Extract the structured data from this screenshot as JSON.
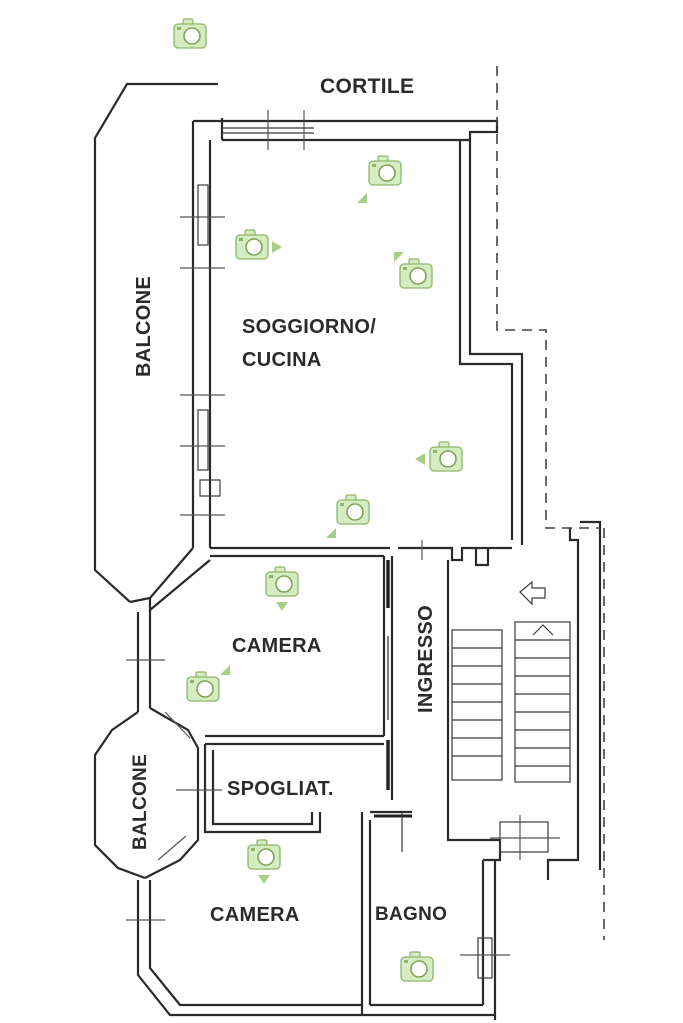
{
  "rooms": {
    "cortile": "CORTILE",
    "balcone_top": "BALCONE",
    "soggiorno_line1": "SOGGIORNO/",
    "soggiorno_line2": "CUCINA",
    "camera_1": "CAMERA",
    "ingresso": "INGRESSO",
    "spogliatoio": "SPOGLIAT.",
    "balcone_bottom": "BALCONE",
    "camera_2": "CAMERA",
    "bagno": "BAGNO"
  },
  "photo_markers": [
    {
      "id": "photo-marker-1",
      "icon": "camera-icon",
      "direction": "none"
    },
    {
      "id": "photo-marker-2",
      "icon": "camera-icon",
      "direction": "down-left"
    },
    {
      "id": "photo-marker-3",
      "icon": "camera-icon",
      "direction": "right"
    },
    {
      "id": "photo-marker-4",
      "icon": "camera-icon",
      "direction": "up-left"
    },
    {
      "id": "photo-marker-5",
      "icon": "camera-icon",
      "direction": "left"
    },
    {
      "id": "photo-marker-6",
      "icon": "camera-icon",
      "direction": "down-left"
    },
    {
      "id": "photo-marker-7",
      "icon": "camera-icon",
      "direction": "down"
    },
    {
      "id": "photo-marker-8",
      "icon": "camera-icon",
      "direction": "up-right"
    },
    {
      "id": "photo-marker-9",
      "icon": "camera-icon",
      "direction": "down"
    },
    {
      "id": "photo-marker-10",
      "icon": "camera-icon",
      "direction": "none"
    }
  ],
  "colors": {
    "walls": "#2a2a2a",
    "marker_fill": "#d6ecc3",
    "marker_stroke": "#8fb56b"
  }
}
